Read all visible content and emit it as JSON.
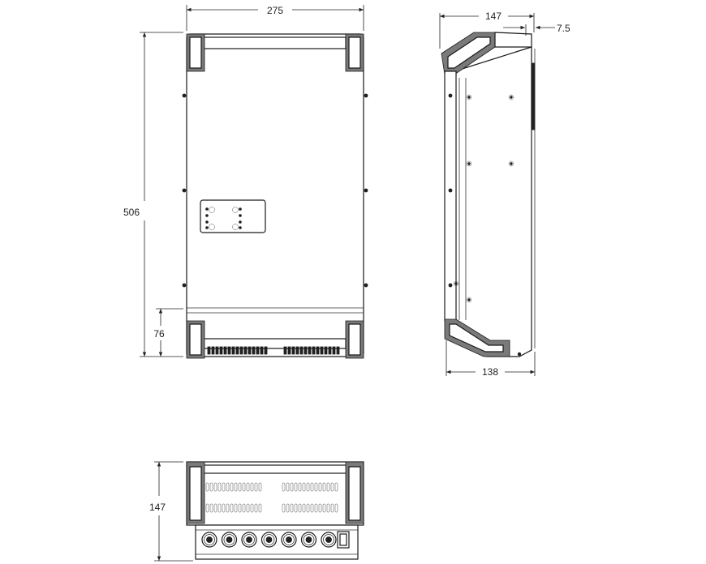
{
  "dimensions": {
    "front_width": "275",
    "front_height": "506",
    "front_lower_section": "76",
    "side_depth_top": "147",
    "side_handle_offset": "7.5",
    "side_depth_bottom": "138",
    "bottom_view_depth": "147"
  },
  "colors": {
    "line": "#1a1a1a",
    "handle_fill": "#7a7a7a",
    "vent_fill": "#222222"
  }
}
